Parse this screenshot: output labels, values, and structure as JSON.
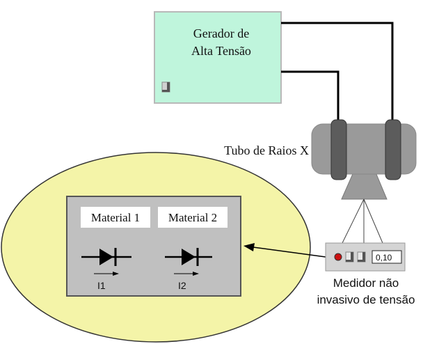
{
  "generator": {
    "label_line1": "Gerador de",
    "label_line2": "Alta Tensão",
    "fill_color": "#bff5dc"
  },
  "tube": {
    "label": "Tubo de Raios X",
    "body_color": "#9a9a9a",
    "band_color": "#5c5c5c"
  },
  "panel": {
    "ellipse_color": "#f4f4a8",
    "panel_color": "#c0c0c0",
    "material1": {
      "label": "Material 1",
      "current_label": "I1",
      "icon": "diode-icon"
    },
    "material2": {
      "label": "Material 2",
      "current_label": "I2",
      "icon": "diode-icon"
    }
  },
  "meter": {
    "label_line1": "Medidor não",
    "label_line2": "invasivo de tensão",
    "value": "0,10",
    "led_color": "#cc1111"
  }
}
